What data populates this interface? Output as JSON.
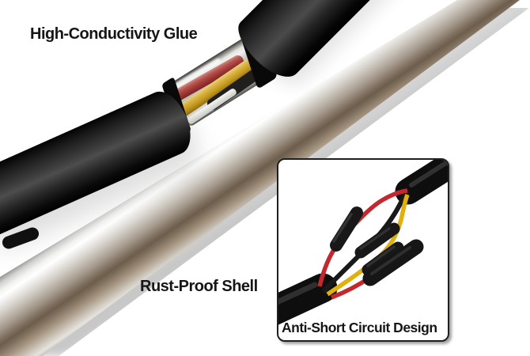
{
  "product_annotations": {
    "glue_label": "High-Conductivity Glue",
    "shell_label": "Rust-Proof Shell",
    "inset_label": "Anti-Short Circuit Design"
  },
  "colors": {
    "background": "#ffffff",
    "cable_black": "#121212",
    "wire_red": "#c3282e",
    "wire_yellow": "#e2b00c",
    "steel_highlight": "#ffffff",
    "steel_mid": "#c6bfb5",
    "steel_rust_band": "#6d5d4c",
    "inset_border": "#1f1f1f",
    "text": "#161616"
  }
}
